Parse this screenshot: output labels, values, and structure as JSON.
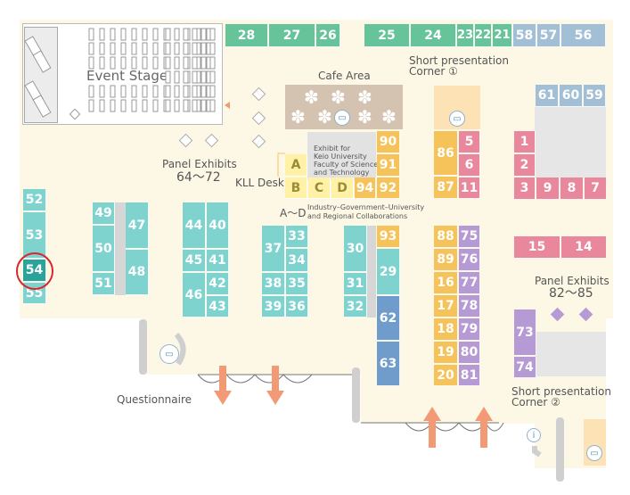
{
  "labels": {
    "event_stage": "Event Stage",
    "cafe_area": "Cafe Area",
    "short_presentation_1_line1": "Short presentation",
    "short_presentation_1_line2": "Corner ①",
    "short_presentation_2_line1": "Short presentation",
    "short_presentation_2_line2": "Corner ②",
    "panel_exhibits_64_title": "Panel Exhibits",
    "panel_exhibits_64_range": "64〜72",
    "panel_exhibits_82_title": "Panel Exhibits",
    "panel_exhibits_82_range": "82〜85",
    "kll_desk": "KLL Desk",
    "exhibit_keio_1": "Exhibit for",
    "exhibit_keio_2": "Keio University",
    "exhibit_keio_3": "Faculty of Science",
    "exhibit_keio_4": "and Technology",
    "a_to_d": "A〜D",
    "industry_1": "Industry–Government–University",
    "industry_2": "and Regional Collaborations",
    "questionnaire": "Questionnaire",
    "info_symbol": "i"
  },
  "booths": {
    "b28": "28",
    "b27": "27",
    "b26": "26",
    "b25": "25",
    "b24": "24",
    "b23": "23",
    "b22": "22",
    "b21": "21",
    "b58": "58",
    "b57": "57",
    "b56": "56",
    "b61": "61",
    "b60": "60",
    "b59": "59",
    "b1": "1",
    "b2": "2",
    "b3": "3",
    "b9": "9",
    "b8": "8",
    "b7": "7",
    "b15": "15",
    "b14": "14",
    "b73": "73",
    "b74": "74",
    "b5": "5",
    "b6": "6",
    "b11": "11",
    "b86": "86",
    "b87": "87",
    "b88": "88",
    "b75": "75",
    "b89": "89",
    "b76": "76",
    "b16": "16",
    "b77": "77",
    "b17": "17",
    "b78": "78",
    "b18": "18",
    "b79": "79",
    "b19": "19",
    "b80": "80",
    "b20": "20",
    "b81": "81",
    "b90": "90",
    "b91": "91",
    "b92": "92",
    "b94": "94",
    "b93": "93",
    "bA": "A",
    "bB": "B",
    "bC": "C",
    "bD": "D",
    "b29": "29",
    "b62": "62",
    "b63": "63",
    "b30": "30",
    "b31": "31",
    "b32": "32",
    "b37": "37",
    "b33": "33",
    "b34": "34",
    "b38": "38",
    "b35": "35",
    "b39": "39",
    "b36": "36",
    "b44": "44",
    "b40": "40",
    "b45": "45",
    "b41": "41",
    "b46": "46",
    "b42": "42",
    "b43": "43",
    "b49": "49",
    "b47": "47",
    "b50": "50",
    "b48": "48",
    "b51": "51",
    "b52": "52",
    "b53": "53",
    "b54": "54",
    "b55": "55"
  },
  "highlighted_booth": "54",
  "colors": {
    "green": "#66c39a",
    "teal": "#7fd3cf",
    "blue": "#a3bfd6",
    "pink": "#e9879d",
    "orange": "#f6c35b",
    "purple": "#b59ad3",
    "navy": "#6f9ccb",
    "highlight_ring": "#d9262c",
    "arrow": "#f29a76"
  }
}
